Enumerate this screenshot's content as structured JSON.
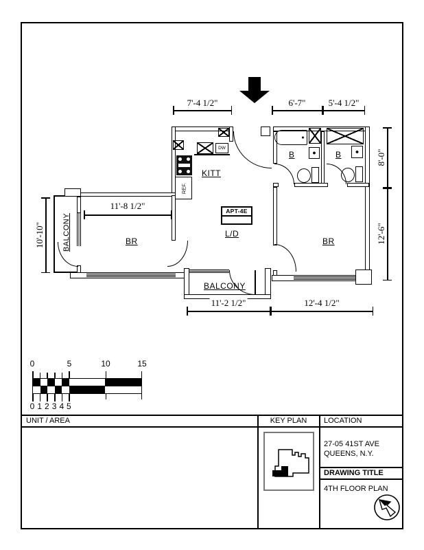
{
  "floor_plan": {
    "apt_label": "APT-4E",
    "rooms": {
      "kitchen": "KITT",
      "living_dining": "L/D",
      "bedroom_left": "BR",
      "bedroom_right": "BR",
      "bath_left": "B",
      "bath_right": "B",
      "balcony_left": "BALCONY",
      "balcony_bottom": "BALCONY"
    },
    "fixtures": {
      "refrigerator": "REF.",
      "dishwasher": "DW"
    },
    "dimensions": {
      "kitchen_width": "7'-4 1/2\"",
      "bath_left_width": "6'-7\"",
      "bath_right_width": "5'-4 1/2\"",
      "bath_depth": "8'-0\"",
      "bedroom_right_depth": "12'-6\"",
      "balcony_left_height": "10'-10\"",
      "bedroom_left_width": "11'-8 1/2\"",
      "balcony_bottom_width": "11'-2 1/2\"",
      "bedroom_right_width": "12'-4 1/2\""
    }
  },
  "scale_bar": {
    "top_labels": [
      "0",
      "5",
      "10",
      "15"
    ],
    "bottom_labels": [
      "0",
      "1",
      "2",
      "3",
      "4",
      "5"
    ]
  },
  "title_block": {
    "unit_area_label": "UNIT / AREA",
    "key_plan_label": "KEY PLAN",
    "location_label": "LOCATION",
    "address_line1": "27-05 41ST AVE",
    "address_line2": "QUEENS, N.Y.",
    "drawing_title_label": "DRAWING TITLE",
    "drawing_title": "4TH FLOOR PLAN"
  }
}
